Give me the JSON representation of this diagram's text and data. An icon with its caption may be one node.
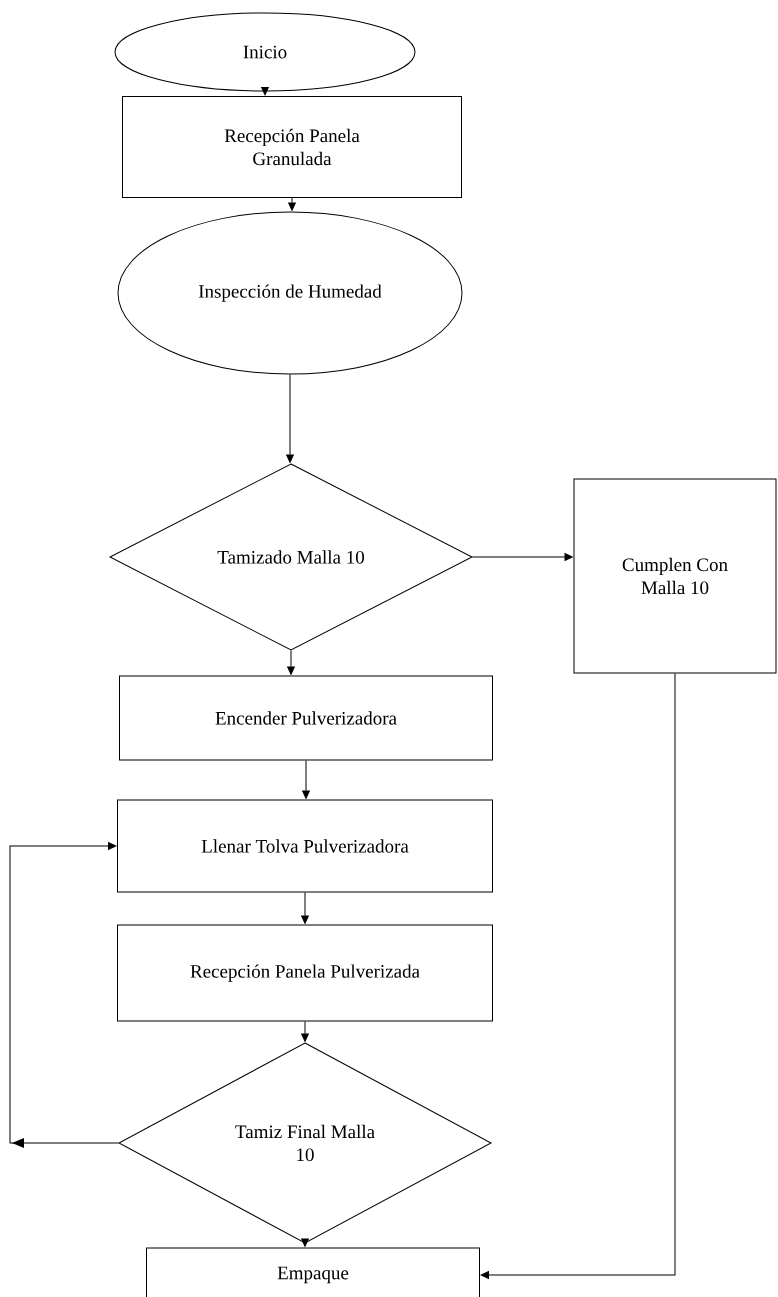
{
  "diagram": {
    "nodes": [
      {
        "text": [
          "Inicio"
        ]
      },
      {
        "text": [
          "Recepción Panela Granulada"
        ]
      },
      {
        "text": [
          "Inspección de Humedad"
        ]
      },
      {
        "text": [
          "Tamizado Malla 10"
        ]
      },
      {
        "text": [
          "Cumplen Con Malla 10"
        ]
      },
      {
        "text": [
          "Encender Pulverizadora"
        ]
      },
      {
        "text": [
          "Llenar Tolva Pulverizadora"
        ]
      },
      {
        "text": [
          "Recepción Panela Pulverizada"
        ]
      },
      {
        "text": [
          "Tamiz Final Malla 10"
        ]
      },
      {
        "text": [
          "Empaque"
        ]
      }
    ],
    "edges": [
      {
        "from": 0,
        "to": 1,
        "arrow": "to"
      },
      {
        "from": 1,
        "to": 2,
        "arrow": "to"
      },
      {
        "from": 2,
        "to": 3,
        "arrow": "to"
      },
      {
        "from": 3,
        "to": 4,
        "arrow": "to"
      },
      {
        "from": 3,
        "to": 5,
        "arrow": "to"
      },
      {
        "from": 5,
        "to": 6,
        "arrow": "to"
      },
      {
        "from": 6,
        "to": 7,
        "arrow": "to"
      },
      {
        "from": 7,
        "to": 8,
        "arrow": "to"
      },
      {
        "from": 8,
        "to": 9,
        "arrow": "to"
      },
      {
        "from": 8,
        "to": 6,
        "arrow": "to"
      },
      {
        "from": 4,
        "to": 9,
        "arrow": "to"
      }
    ]
  }
}
